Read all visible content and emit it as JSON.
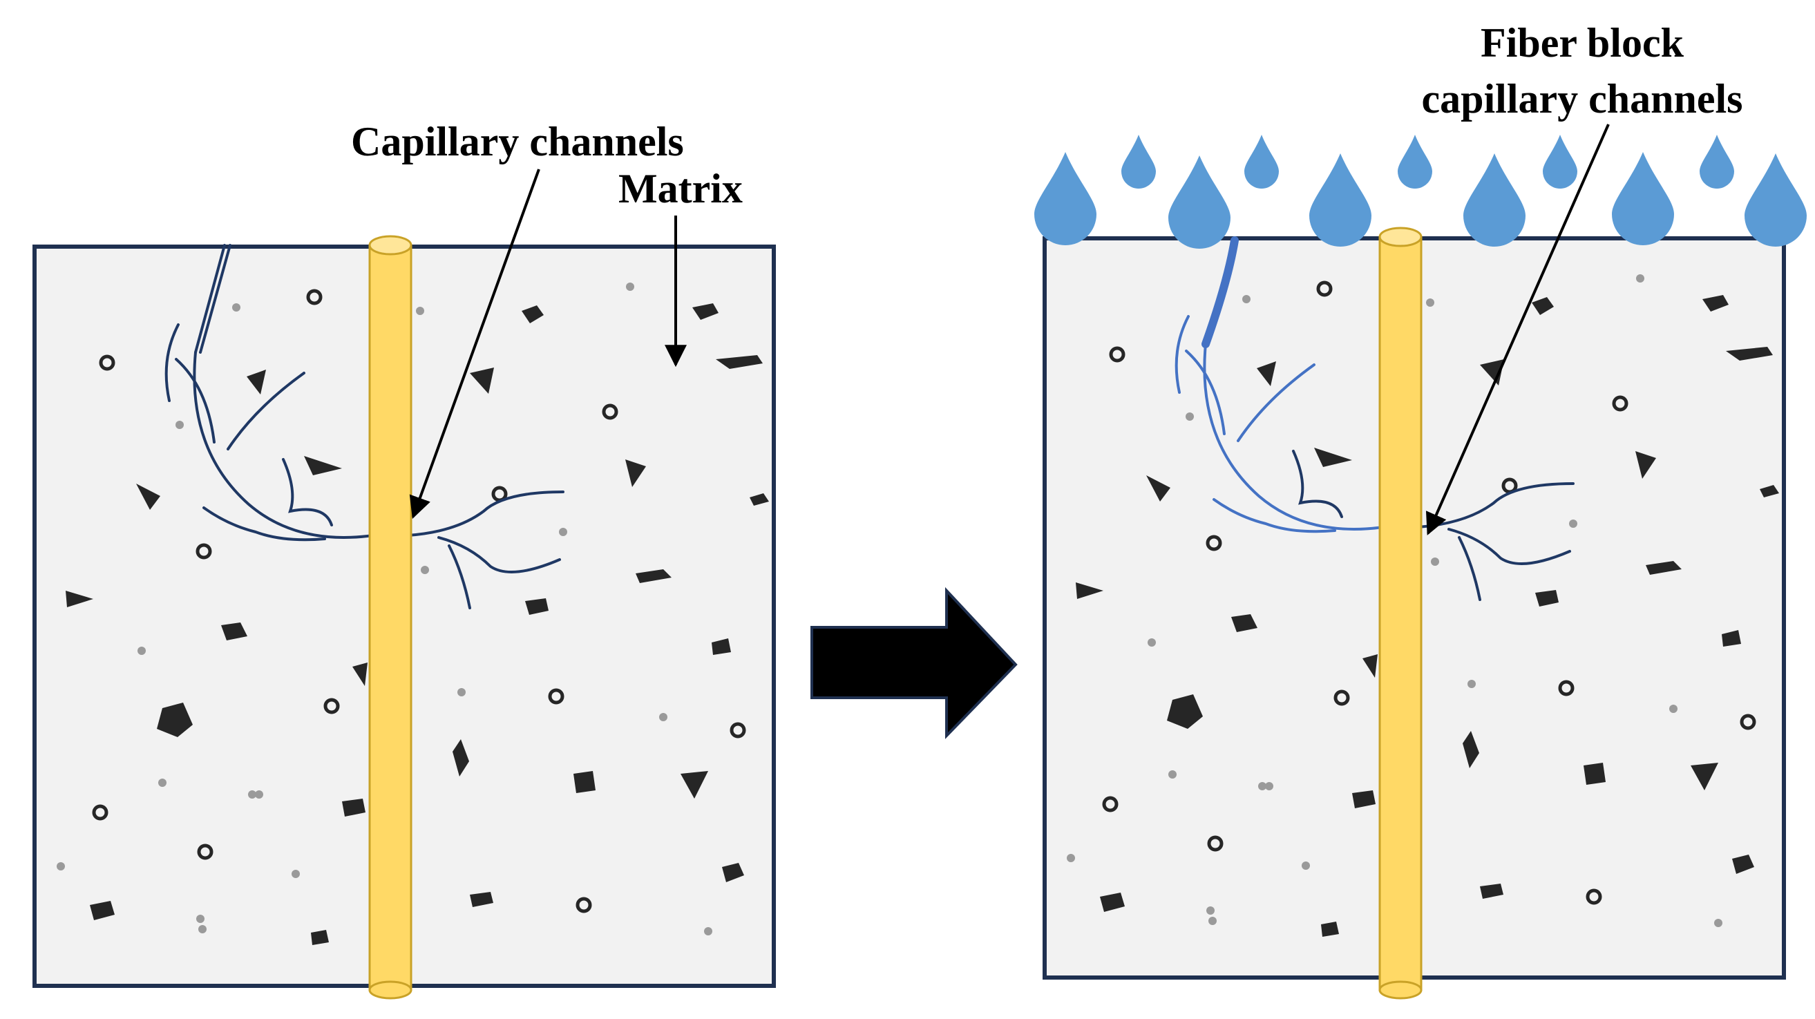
{
  "labels": {
    "left_capillary": "Capillary channels",
    "left_matrix": "Matrix",
    "right_fiber_line1": "Fiber block",
    "right_fiber_line2": "capillary channels"
  },
  "colors": {
    "matrix_fill": "#f2f2f2",
    "matrix_border": "#1f3050",
    "fiber_fill": "#ffd966",
    "fiber_stroke": "#c9a227",
    "channel_dry": "#1f3864",
    "channel_wet": "#4472c4",
    "water_drop": "#5b9bd5",
    "aggregate": "#262626",
    "arrow": "#000000"
  }
}
